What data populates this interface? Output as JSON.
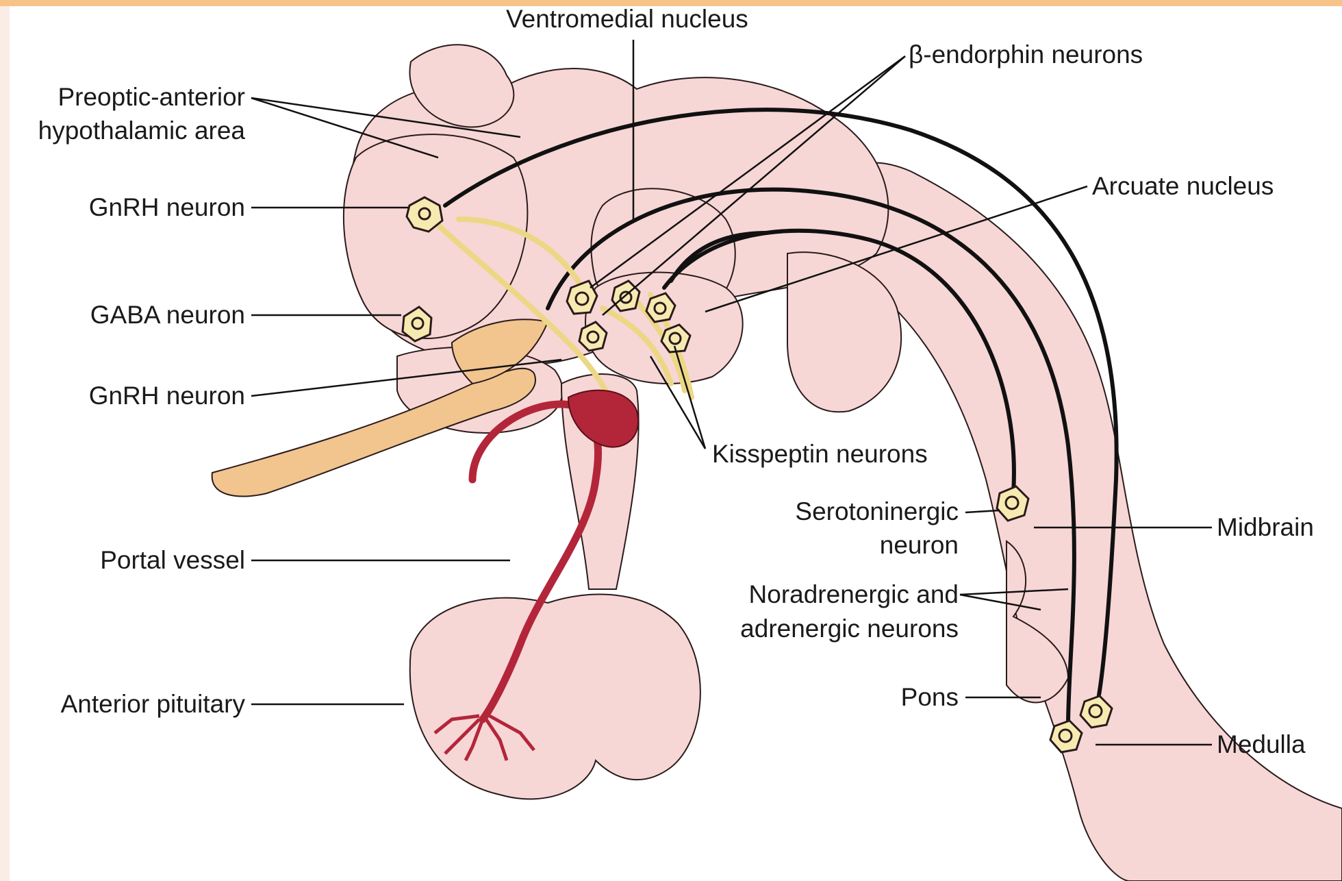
{
  "colors": {
    "top_bar": "#f6c489",
    "tissue_fill": "#f7d6d6",
    "tissue_outline": "#2a1b1b",
    "neuron_fill": "#f7eab0",
    "axon_yellow": "#ecd785",
    "portal_vessel": "#b3263a",
    "stalk_tan": "#f2c48e",
    "leader_line": "#111111"
  },
  "labels": {
    "ventromedial_nucleus": "Ventromedial nucleus",
    "beta_endorphin_neurons": "β-endorphin neurons",
    "preoptic_line1": "Preoptic-anterior",
    "preoptic_line2": "hypothalamic area",
    "gnrh_neuron_upper": "GnRH neuron",
    "arcuate_nucleus": "Arcuate nucleus",
    "gaba_neuron": "GABA neuron",
    "gnrh_neuron_lower": "GnRH neuron",
    "kisspeptin_neurons": "Kisspeptin neurons",
    "serotoninergic_line1": "Serotoninergic",
    "serotoninergic_line2": "neuron",
    "midbrain": "Midbrain",
    "portal_vessel": "Portal vessel",
    "noradrenergic_line1": "Noradrenergic and",
    "noradrenergic_line2": "adrenergic neurons",
    "anterior_pituitary": "Anterior pituitary",
    "pons": "Pons",
    "medulla": "Medulla"
  }
}
